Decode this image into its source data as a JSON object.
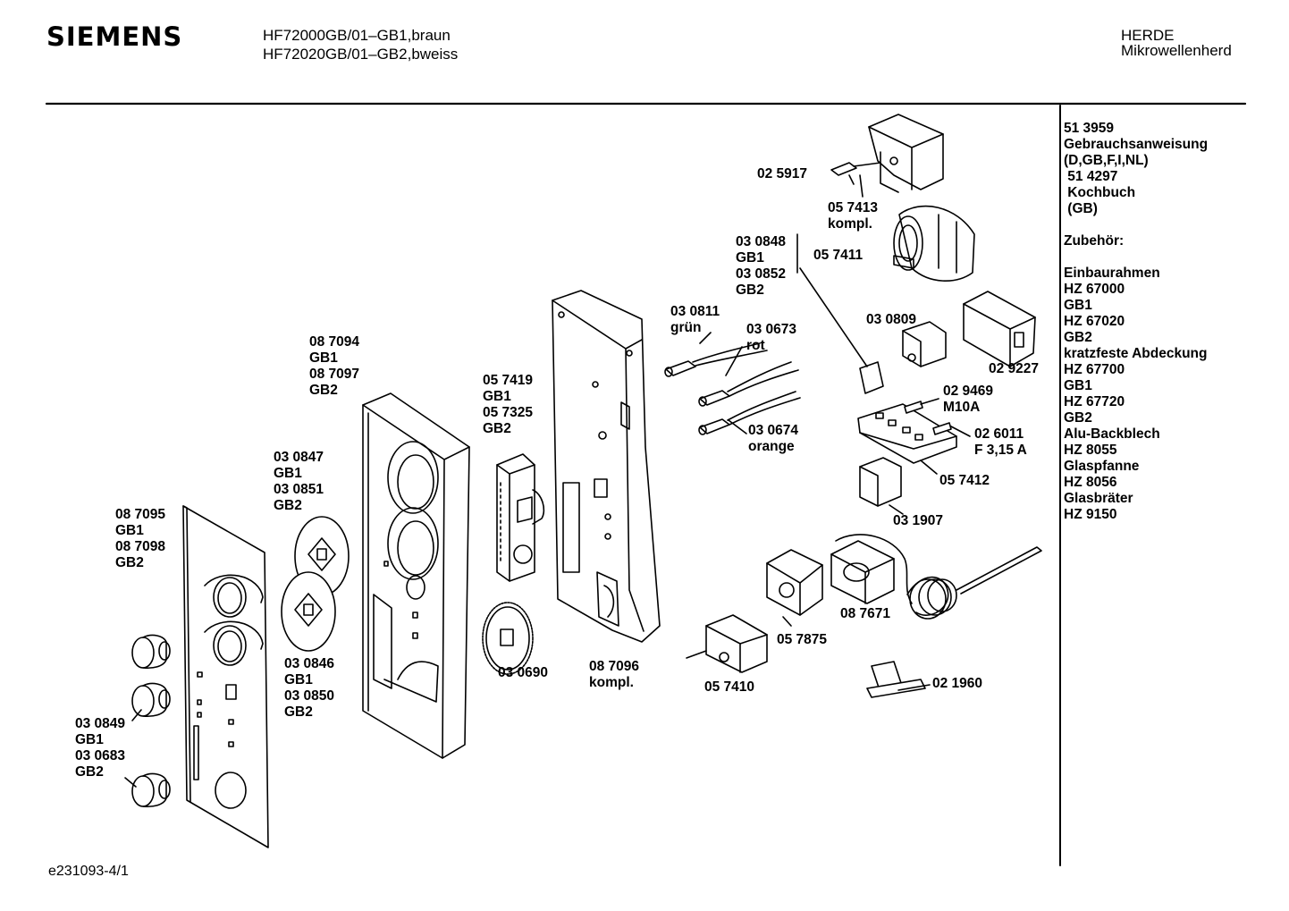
{
  "header": {
    "brand": "SIEMENS",
    "model_line_1": "HF72000GB/01–GB1,braun",
    "model_line_2": "HF72020GB/01–GB2,bweiss",
    "category_line_1": "HERDE",
    "category_line_2": "Mikrowellenherd"
  },
  "parts": [
    {
      "id": "p025917",
      "lines": [
        "02 5917"
      ]
    },
    {
      "id": "p057413",
      "lines": [
        "05 7413",
        "kompl."
      ]
    },
    {
      "id": "p030848",
      "lines": [
        "03 0848",
        "GB1",
        "03 0852",
        "GB2"
      ]
    },
    {
      "id": "p057411",
      "lines": [
        "05 7411"
      ]
    },
    {
      "id": "p030811",
      "lines": [
        "03 0811",
        "grün"
      ]
    },
    {
      "id": "p030673",
      "lines": [
        "03 0673",
        "rot"
      ]
    },
    {
      "id": "p030809",
      "lines": [
        "03 0809"
      ]
    },
    {
      "id": "p029227",
      "lines": [
        "02 9227"
      ]
    },
    {
      "id": "p087094",
      "lines": [
        "08 7094",
        "GB1",
        "08 7097",
        "GB2"
      ]
    },
    {
      "id": "p057419",
      "lines": [
        "05 7419",
        "GB1",
        "05 7325",
        "GB2"
      ]
    },
    {
      "id": "p029469",
      "lines": [
        "02 9469",
        "M10A"
      ]
    },
    {
      "id": "p030674",
      "lines": [
        "03 0674",
        "orange"
      ]
    },
    {
      "id": "p026011",
      "lines": [
        "02 6011",
        "F 3,15 A"
      ]
    },
    {
      "id": "p030847",
      "lines": [
        "03 0847",
        "GB1",
        "03 0851",
        "GB2"
      ]
    },
    {
      "id": "p057412",
      "lines": [
        "05 7412"
      ]
    },
    {
      "id": "p031907",
      "lines": [
        "03 1907"
      ]
    },
    {
      "id": "p087095",
      "lines": [
        "08 7095",
        "GB1",
        "08 7098",
        "GB2"
      ]
    },
    {
      "id": "p087671",
      "lines": [
        "08 7671"
      ]
    },
    {
      "id": "p057875",
      "lines": [
        "05 7875"
      ]
    },
    {
      "id": "p030690",
      "lines": [
        "03 0690"
      ]
    },
    {
      "id": "p087096",
      "lines": [
        "08 7096",
        "kompl."
      ]
    },
    {
      "id": "p030846",
      "lines": [
        "03 0846",
        "GB1",
        "03 0850",
        "GB2"
      ]
    },
    {
      "id": "p057410",
      "lines": [
        "05 7410"
      ]
    },
    {
      "id": "p021960",
      "lines": [
        "02 1960"
      ]
    },
    {
      "id": "p030849",
      "lines": [
        "03 0849",
        "GB1",
        "03 0683",
        "GB2"
      ]
    }
  ],
  "sidebar": [
    "51 3959",
    "Gebrauchsanweisung",
    "(D,GB,F,I,NL)",
    " 51 4297",
    " Kochbuch",
    " (GB)",
    "",
    "Zubehör:",
    "",
    "Einbaurahmen",
    "HZ 67000",
    "GB1",
    "HZ 67020",
    "GB2",
    "kratzfeste Abdeckung",
    "HZ 67700",
    "GB1",
    "HZ 67720",
    "GB2",
    "Alu-Backblech",
    "HZ 8055",
    "Glaspfanne",
    "HZ 8056",
    "Glasbräter",
    "HZ 9150"
  ],
  "footer": {
    "doc_id": "e231093-4/1"
  }
}
